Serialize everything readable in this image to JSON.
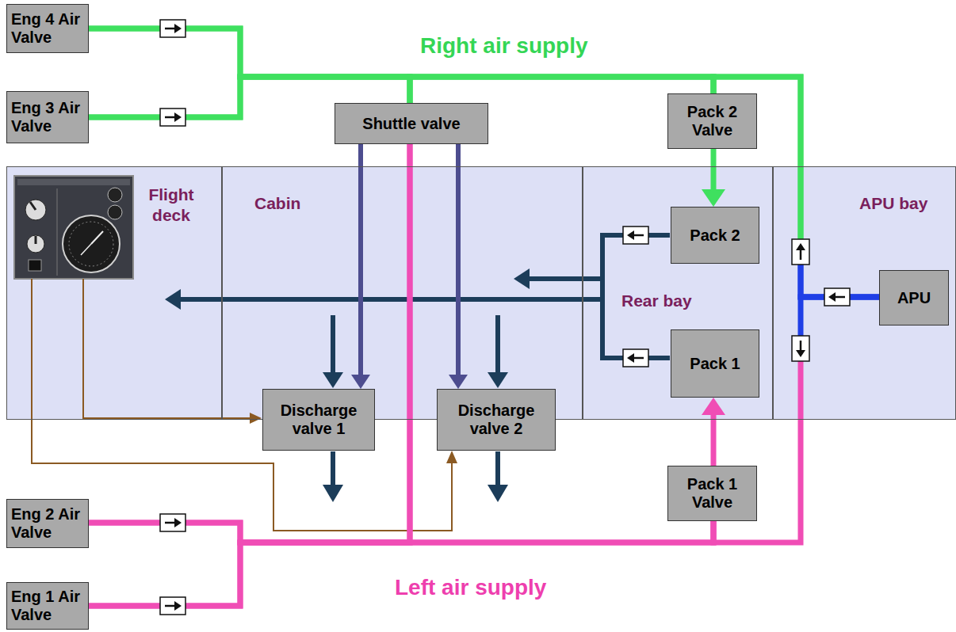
{
  "diagram": {
    "nodes": [
      {
        "text": [
          "Eng 4 Air Valve"
        ]
      },
      {
        "text": [
          "Eng 3 Air Valve"
        ]
      },
      {
        "text": [
          "Shuttle valve"
        ]
      },
      {
        "text": [
          "Pack 2 Valve"
        ]
      },
      {
        "text": [
          "Flight deck"
        ]
      },
      {
        "text": [
          "Cabin"
        ]
      },
      {
        "text": [
          "Discharge valve 1"
        ],
        "in": 5
      },
      {
        "text": [
          "Discharge valve 2"
        ],
        "in": 5
      },
      {
        "text": [
          "Rear bay"
        ]
      },
      {
        "text": [
          "Pack 2"
        ],
        "in": 8
      },
      {
        "text": [
          "Pack 1"
        ],
        "in": 8
      },
      {
        "text": [
          "APU bay"
        ]
      },
      {
        "text": [
          "APU"
        ],
        "in": 11
      },
      {
        "text": [
          "Pack 1 Valve"
        ]
      },
      {
        "text": [
          "Eng 2 Air Valve"
        ]
      },
      {
        "text": [
          "Eng 1 Air Valve"
        ]
      }
    ],
    "edges": [
      {
        "from": 0,
        "to": 2,
        "arrow": "none"
      },
      {
        "from": 0,
        "to": 3,
        "arrow": "none"
      },
      {
        "from": 1,
        "to": 2,
        "arrow": "none"
      },
      {
        "from": 1,
        "to": 3,
        "arrow": "none"
      },
      {
        "from": 12,
        "to": 2,
        "arrow": "none"
      },
      {
        "from": 12,
        "to": 3,
        "arrow": "none"
      },
      {
        "from": 12,
        "to": 13,
        "arrow": "none"
      },
      {
        "from": 14,
        "to": 2,
        "arrow": "none"
      },
      {
        "from": 14,
        "to": 13,
        "arrow": "none"
      },
      {
        "from": 15,
        "to": 2,
        "arrow": "none"
      },
      {
        "from": 15,
        "to": 13,
        "arrow": "none"
      },
      {
        "from": 3,
        "to": 9,
        "arrow": "to"
      },
      {
        "from": 13,
        "to": 10,
        "arrow": "to"
      },
      {
        "from": 2,
        "to": 6,
        "arrow": "to"
      },
      {
        "from": 2,
        "to": 7,
        "arrow": "to"
      }
    ],
    "labels": [
      "Right air supply",
      "Left air supply"
    ]
  }
}
